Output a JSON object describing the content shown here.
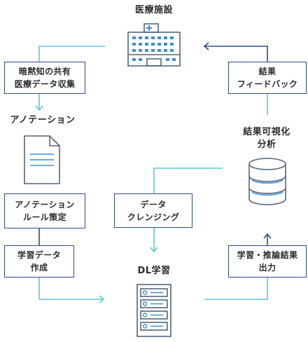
{
  "labels": {
    "hospital": "医療施設",
    "annotation": "アノテーション",
    "analysis_line1": "結果可視化",
    "analysis_line2": "分析",
    "dl_study": "DL学習"
  },
  "boxes": {
    "tacit_sharing": {
      "line1": "暗黙知の共有",
      "line2": "医療データ収集"
    },
    "result_feedback": {
      "line1": "結果",
      "line2": "フィードバック"
    },
    "annotation_rules": {
      "line1": "アノテーション",
      "line2": "ルール策定"
    },
    "data_cleansing": {
      "line1": "データ",
      "line2": "クレンジング"
    },
    "training_data": {
      "line1": "学習データ",
      "line2": "作成"
    },
    "learning_output": {
      "line1": "学習・推論結果",
      "line2": "出力"
    }
  },
  "colors": {
    "arrow_cyan": "#5bc8d8",
    "arrow_navy": "#2f4a8a",
    "icon_stroke": "#55657a",
    "icon_blue": "#3c8fd6",
    "box_border": "#2f4a8a"
  },
  "icons": [
    "hospital-icon",
    "document-icon",
    "database-icon",
    "server-icon"
  ]
}
